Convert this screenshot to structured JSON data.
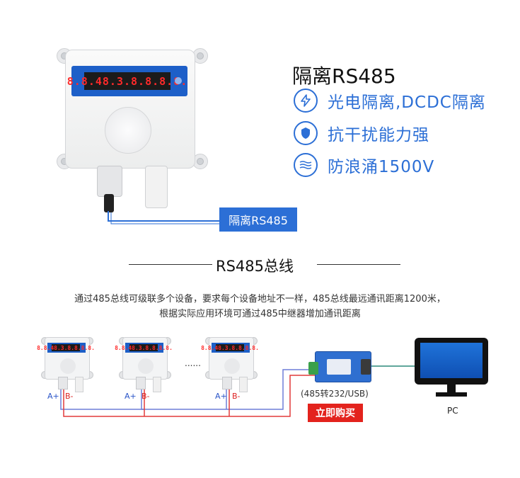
{
  "device": {
    "display_text": "8.8.48.3.8.8.8.8."
  },
  "heading": {
    "title": "隔离RS485"
  },
  "features": [
    {
      "icon": "lightning-icon",
      "label": "光电隔离,DCDC隔离"
    },
    {
      "icon": "shield-icon",
      "label": "抗干扰能力强"
    },
    {
      "icon": "waves-icon",
      "label": "防浪涌1500V"
    }
  ],
  "tag": {
    "label": "隔离RS485"
  },
  "bus": {
    "title": "RS485总线",
    "desc_line1": "通过485总线可级联多个设备，要求每个设备地址不一样，485总线最远通讯距离1200米，",
    "desc_line2": "根据实际应用环境可通过485中继器增加通讯距离"
  },
  "diagram": {
    "a_label": "A+",
    "b_label": "B-",
    "ellipsis": "......",
    "converter_label": "(485转232/USB)",
    "pc_label": "PC",
    "buy_label": "立即购买"
  },
  "colors": {
    "accent": "#2c6fd6",
    "wire_a": "#6f7fd8",
    "wire_b": "#e23a3a",
    "buy": "#e3231d"
  }
}
